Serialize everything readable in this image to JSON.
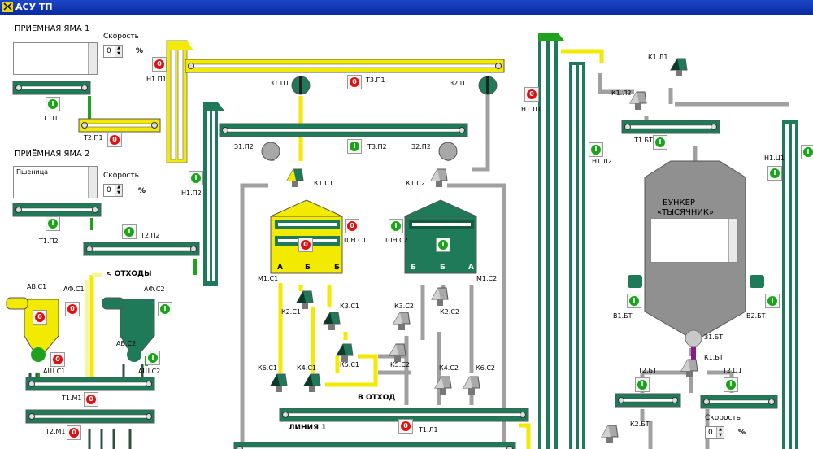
{
  "window": {
    "title": "АСУ ТП"
  },
  "intake1": {
    "title": "ПРИЁМНАЯ ЯМА 1",
    "speed_label": "Скорость",
    "speed": "0",
    "unit": "%",
    "text": ""
  },
  "intake2": {
    "title": "ПРИЁМНАЯ ЯМА 2",
    "speed_label": "Скорость",
    "speed": "0",
    "unit": "%",
    "text": "Пшеница"
  },
  "bunker": {
    "title": "БУНКЕР",
    "subtitle": "«ТЫСЯЧНИК»",
    "speed_label": "Скорость",
    "speed": "0",
    "unit": "%"
  },
  "waste_label": "< ОТХОДЫ",
  "to_waste_label": "В ОТХОД",
  "line_label": "ЛИНИЯ 1",
  "bin_letters": {
    "m1_a": "А",
    "m1_b1": "Б",
    "m1_b2": "Б",
    "m2_b1": "Б",
    "m2_b2": "Б",
    "m2_a": "А"
  },
  "labels": [
    "Т1.П1",
    "Т2.П1",
    "Н1.П1",
    "З1.П1",
    "Т3.П1",
    "З2.П1",
    "Н1.Л1",
    "К1.Л1",
    "К1.Л2",
    "Т1.БТ",
    "Н1.Л2",
    "Н1.Ц1",
    "Т1.П2",
    "Т2.П2",
    "Н1.П2",
    "З1.П2",
    "Т3.П2",
    "З2.П2",
    "К1.С1",
    "К1.С2",
    "ШН.С1",
    "ШН.С2",
    "М1.С1",
    "М1.С2",
    "К2.С1",
    "К3.С1",
    "К3.С2",
    "К2.С2",
    "К5.С1",
    "К5.С2",
    "К6.С1",
    "К4.С1",
    "К4.С2",
    "К6.С2",
    "Т1.Л1",
    "АВ.С1",
    "АФ.С1",
    "АВ.С2",
    "АФ.С2",
    "АШ.С1",
    "АШ.С2",
    "Т1.М1",
    "Т2.М1",
    "В1.БТ",
    "В2.БТ",
    "З1.БТ",
    "К1.БТ",
    "Т2.БТ",
    "Т2.Ц1",
    "К2.БТ"
  ],
  "indicators": {
    "run": "I",
    "stop": "0"
  },
  "colors": {
    "titlebar": "#1c46c8",
    "conveyor": "#1f7a5a",
    "active": "#f2ea00",
    "pipe": "#a0a0a0",
    "running": "#1ea21e",
    "stopped": "#e01010",
    "valve_magenta": "#8a1a8a"
  }
}
